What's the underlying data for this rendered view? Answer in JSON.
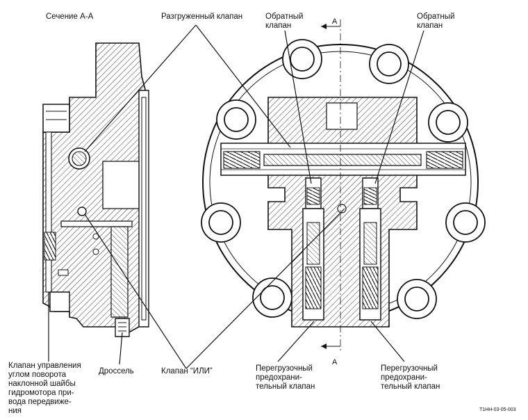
{
  "labels": {
    "section": "Сечение А-А",
    "unloaded_valve": "Разгруженный клапан",
    "check_valve_left": "Обратный\nклапан",
    "check_valve_right": "Обратный\nклапан",
    "section_mark_top": "A",
    "section_mark_bottom": "A",
    "swash_control_valve": "Клапан управления\nуглом поворота\nнаклонной шайбы\nгидромотора при-\nвода передвиже-\nния",
    "throttle": "Дроссель",
    "or_valve": "Клапан “ИЛИ”",
    "relief_valve_left": "Перегрузочный\nпредохрани-\nтельный клапан",
    "relief_valve_right": "Перегрузочный\nпредохрани-\nтельный клапан",
    "figure_code": "T1HH-03-05-003"
  }
}
